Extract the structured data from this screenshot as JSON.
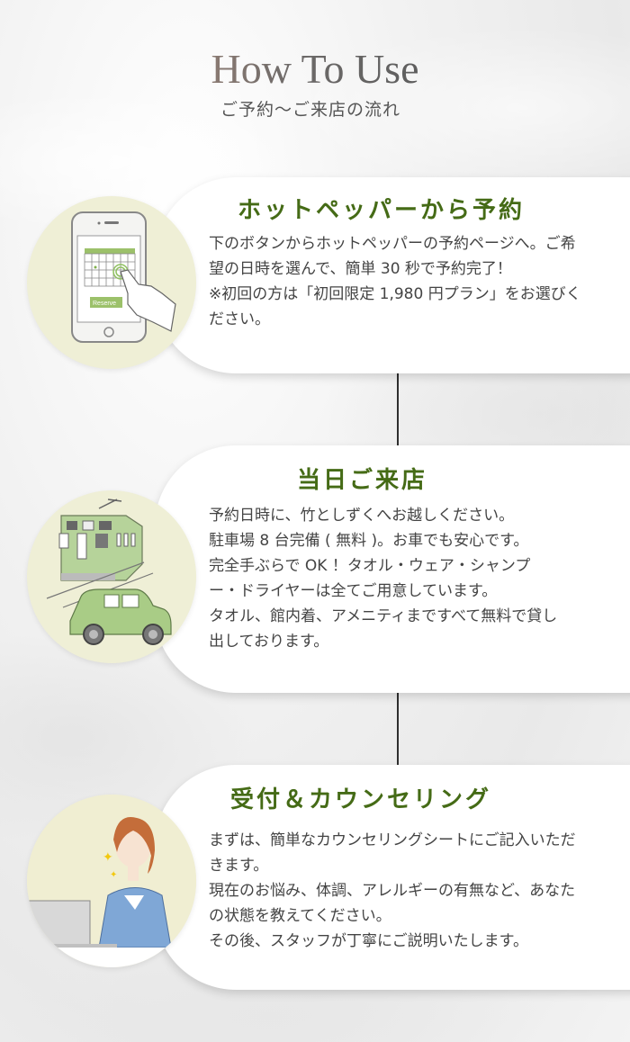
{
  "header": {
    "title": "How To Use",
    "subtitle": "ご予約〜ご来店の流れ"
  },
  "steps": [
    {
      "title": "ホットペッパーから予約",
      "body": "下のボタンからホットペッパーの予約ページへ。ご希望の日時を選んで、簡単 30 秒で予約完了！\n※初回の方は「初回限定 1,980 円プラン」をお選びください。",
      "icon": "smartphone-reservation-icon",
      "illustration_label": "Reserve"
    },
    {
      "title": "当日ご来店",
      "body": "予約日時に、竹としずくへお越しください。\n駐車場 8 台完備 ( 無料 )。お車でも安心です。\n完全手ぶらで OK ！タオル・ウェア・シャンプー・ドライヤーは全てご用意しています。\nタオル、館内着、アメニティまですべて無料で貸し出しております。",
      "icon": "train-and-car-icon"
    },
    {
      "title": "受付＆カウンセリング",
      "body": "まずは、簡単なカウンセリングシートにご記入いただきます。\n現在のお悩み、体調、アレルギーの有無など、あなたの状態を教えてください。\nその後、スタッフが丁寧にご説明いたします。",
      "icon": "woman-at-laptop-icon"
    }
  ],
  "colors": {
    "accent_green": "#456b16",
    "circle_bg": "#efefd6",
    "connector": "#2f2f2f",
    "body_text": "#444444"
  }
}
